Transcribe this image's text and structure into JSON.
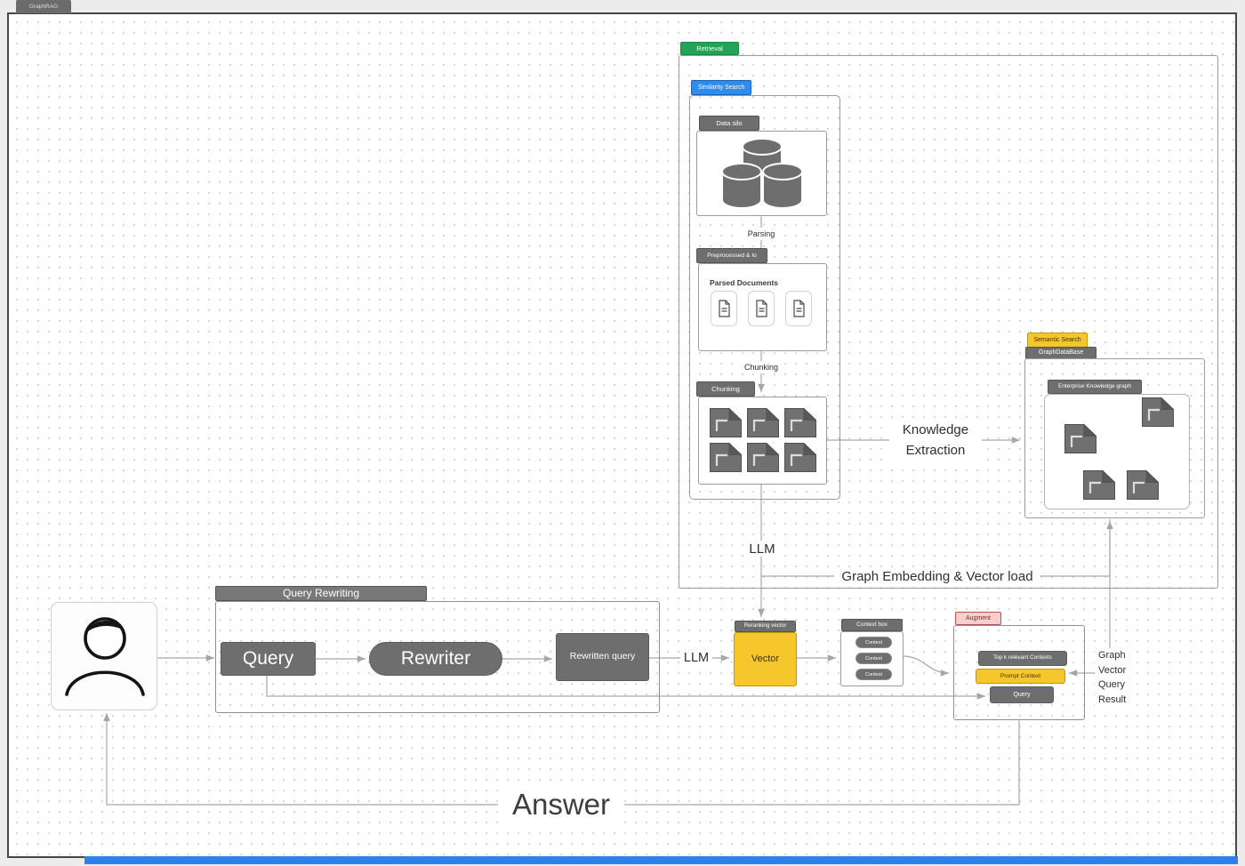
{
  "tab": {
    "title": "GraphRAG"
  },
  "canvas": {
    "retrieval_label": "Retrieval",
    "similarity_label": "Similarity Search",
    "data_silo_label": "Data silo",
    "parsing_text": "Parsing",
    "preprocessed_label": "Preprocessed & lo",
    "parsed_documents_title": "Parsed Documents",
    "chunking_text": "Chunking",
    "chunking_label": "Chunking",
    "knowledge_extraction_line1": "Knowledge",
    "knowledge_extraction_line2": "Extraction",
    "semantic_search_label": "Semantic Search",
    "graphdb_label": "GraphDataBase",
    "ekg_label": "Enterprise Knowledge graph",
    "llm_upper": "LLM",
    "graph_embedding_text": "Graph Embedding & Vector load",
    "query_rewriting_label": "Query Rewriting",
    "query_label": "Query",
    "rewriter_label": "Rewriter",
    "rewritten_query_label": "Rewritten query",
    "llm_lower": "LLM",
    "reranking_label": "Reranking vector",
    "vector_label": "Vector",
    "context_box_label": "Context box",
    "context_items": [
      "Context",
      "Context",
      "Context"
    ],
    "augment_label": "Augment",
    "topk_label": "Top k relevant Contexts",
    "prompt_context_label": "Prompt Context",
    "augment_query_label": "Query",
    "gvqr_lines": [
      "Graph",
      "Vector",
      "Query",
      "Result"
    ],
    "answer_label": "Answer"
  },
  "colors": {
    "retrieval_green": "#23a455",
    "similarity_blue": "#2d8cf0",
    "semantic_yellow": "#f6c62d",
    "augment_pink": "#f8cecc",
    "augment_border": "#b85450",
    "node_gray": "#6e6e6e",
    "wire_gray": "#a6a6a6",
    "scrollbar_blue": "#2f80ed"
  }
}
